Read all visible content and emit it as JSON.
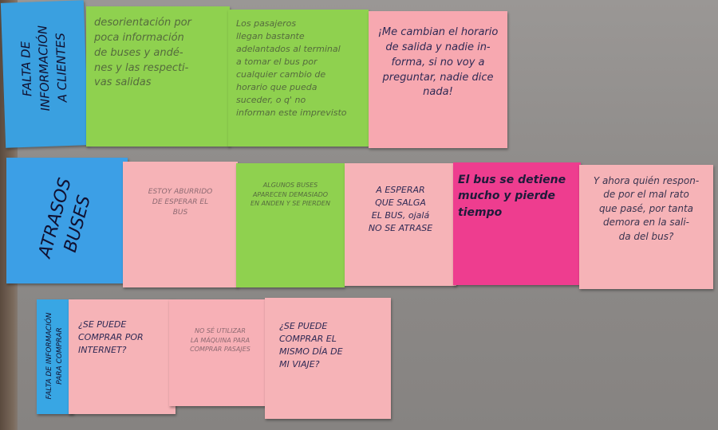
{
  "rows": [
    {
      "category": "FALTA DE\nINFORMACIÓN\nA CLIENTES",
      "notes": [
        "desorientación por\npoca información\nde buses y andé-\nnes y las respecti-\nvas salidas",
        "Los pasajeros\nllegan bastante\nadelantados al terminal\na tomar el bus por\ncualquier cambio de\nhorario que pueda\nsuceder, o q' no\ninforman este imprevisto",
        "¡Me cambian el horario\nde salida y nadie in-\nforma, si no voy a\npreguntar, nadie dice\nnada!"
      ]
    },
    {
      "category": "ATRASOS\nBUSES",
      "notes": [
        "ESTOY ABURRIDO\nDE ESPERAR EL\nBUS",
        "ALGUNOS BUSES\nAPARECEN DEMASIADO\nEN ANDEN Y SE PIERDEN",
        "A ESPERAR\nQUE SALGA\nEL BUS, ojalá\nNO SE ATRASE",
        "El bus se detiene\nmucho y pierde\ntiempo",
        "Y ahora quién respon-\nde por el mal rato\nque pasé, por tanta\ndemora en la sali-\nda del bus?"
      ]
    },
    {
      "category": "FALTA DE INFORMACIÓN\nPARA COMPRAR",
      "notes": [
        "¿SE PUEDE\nCOMPRAR POR\nINTERNET?",
        "NO SÉ UTILIZAR\nLA MÁQUINA PARA\nCOMPRAR PASAJES",
        "¿SE PUEDE\nCOMPRAR EL\nMISMO DÍA DE\nMI VIAJE?"
      ]
    }
  ]
}
